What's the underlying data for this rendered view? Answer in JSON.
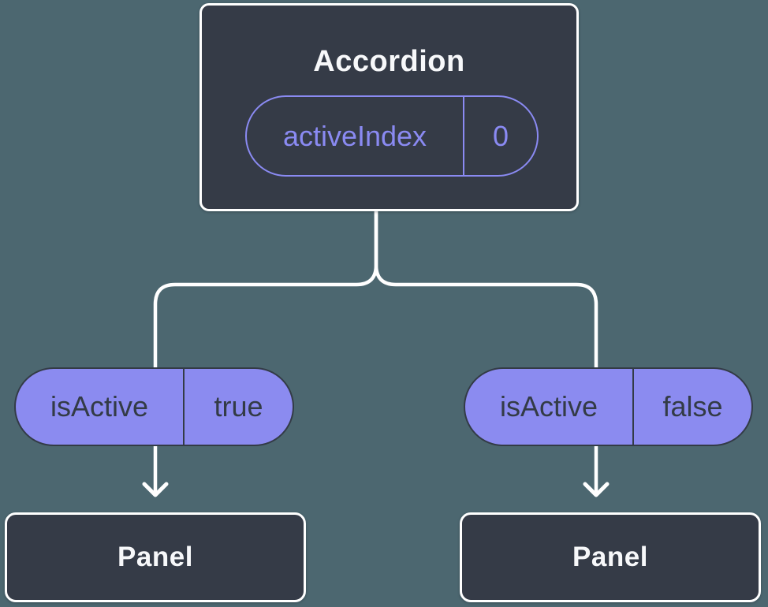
{
  "diagram": {
    "background_color": "#4C6770",
    "connector_color": "#FFFFFF",
    "colors": {
      "node_fill": "#353B47",
      "node_border": "#FFFFFF",
      "pill_fill": "#8B8BF0",
      "pill_dark_text": "#333B46",
      "accent_purple": "#8A8AF2"
    },
    "root": {
      "title": "Accordion",
      "state_pill": {
        "name": "activeIndex",
        "value": "0"
      }
    },
    "children": [
      {
        "prop_pill": {
          "name": "isActive",
          "value": "true"
        },
        "node_title": "Panel"
      },
      {
        "prop_pill": {
          "name": "isActive",
          "value": "false"
        },
        "node_title": "Panel"
      }
    ]
  }
}
